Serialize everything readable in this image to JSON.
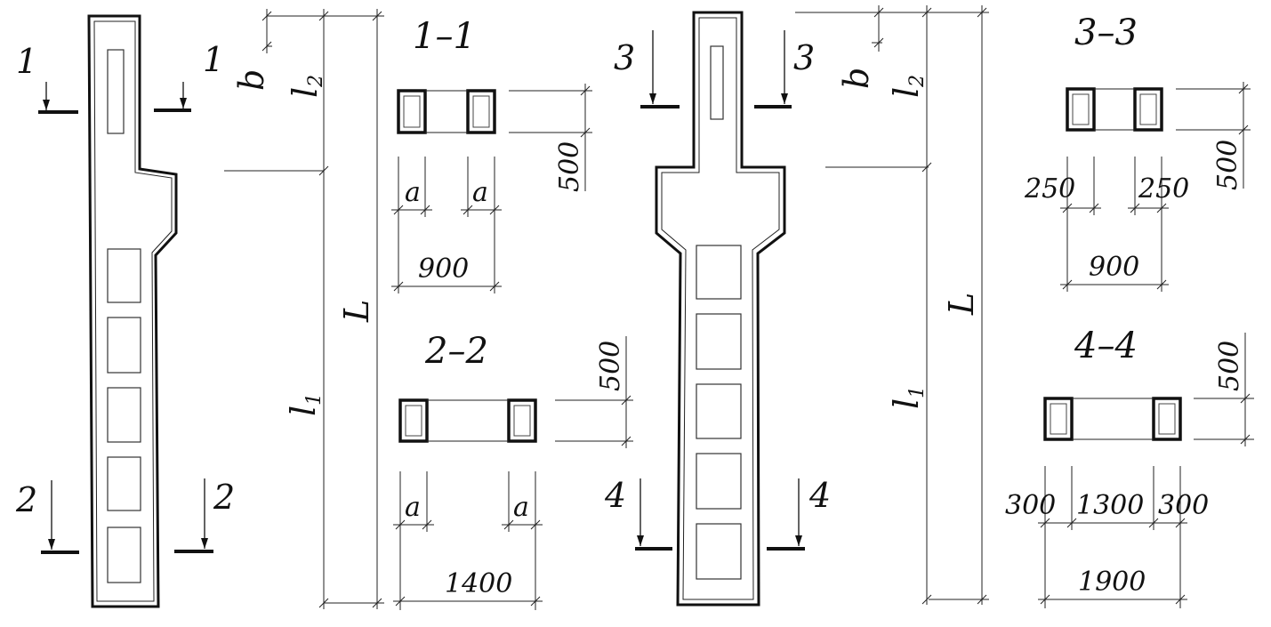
{
  "left_column": {
    "section_a": {
      "mark": "1",
      "title": "1–1"
    },
    "section_b": {
      "mark": "2",
      "title": "2–2"
    },
    "dims": {
      "b": "b",
      "l2": "l",
      "l2_sub": "2",
      "L": "L",
      "l1": "l",
      "l1_sub": "1"
    },
    "sec1": {
      "a_left": "a",
      "a_right": "a",
      "width": "900",
      "height": "500"
    },
    "sec2": {
      "a_left": "a",
      "a_right": "a",
      "width": "1400",
      "height": "500"
    }
  },
  "right_column": {
    "section_a": {
      "mark": "3",
      "title": "3–3"
    },
    "section_b": {
      "mark": "4",
      "title": "4–4"
    },
    "dims": {
      "b": "b",
      "l2": "l",
      "l2_sub": "2",
      "L": "L",
      "l1": "l",
      "l1_sub": "1"
    },
    "sec3": {
      "left": "250",
      "right": "250",
      "width": "900",
      "height": "500"
    },
    "sec4": {
      "left": "300",
      "middle": "1300",
      "right": "300",
      "width": "1900",
      "height": "500"
    }
  }
}
